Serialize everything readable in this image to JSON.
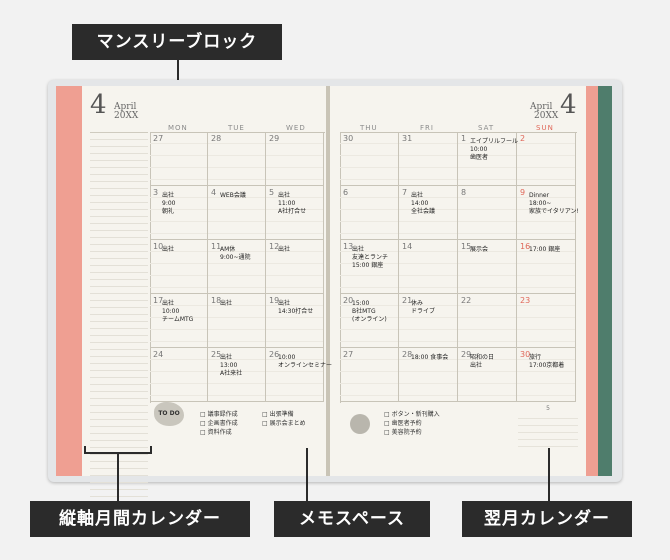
{
  "labels": {
    "monthly_block": "マンスリーブロック",
    "vertical_calendar": "縦軸月間カレンダー",
    "memo_space": "メモスペース",
    "next_month_calendar": "翌月カレンダー"
  },
  "left_page": {
    "month_number": "4",
    "month_name": "April",
    "year": "20XX"
  },
  "right_page": {
    "month_number": "4",
    "month_name": "April",
    "year": "20XX"
  },
  "weekdays_left": [
    "MON",
    "TUE",
    "WED"
  ],
  "weekdays_right": [
    "THU",
    "FRI",
    "SAT",
    "SUN"
  ],
  "left_days": [
    "27",
    "28",
    "29",
    "3",
    "4",
    "5",
    "10",
    "11",
    "12",
    "17",
    "18",
    "19",
    "24",
    "25",
    "26"
  ],
  "right_days": [
    "30",
    "31",
    "1",
    "2",
    "6",
    "7",
    "8",
    "9",
    "13",
    "14",
    "15",
    "16",
    "20",
    "21",
    "22",
    "23",
    "27",
    "28",
    "29",
    "30"
  ],
  "notes": {
    "d3": "出社\n9:00\n朝礼",
    "d4": "WEB会議",
    "d5": "出社\n11:00\nA社打合せ",
    "d10": "出社",
    "d11": "AM休\n9:00~通院",
    "d12": "出社",
    "d17": "出社\n10:00\nチームMTG",
    "d18": "出社",
    "d19": "出社\n14:30打合せ",
    "d25": "出社\n13:00\nA社来社",
    "d26": "10:00\nオンラインセミナー",
    "d1": "エイプリルフール\n10:00\n歯医者",
    "d7": "出社\n14:00\n全社会議",
    "d9": "Dinner\n18:00~\n家族でイタリアン!",
    "d13": "出社\n友達とランチ\n15:00 銀座",
    "d15": "展示会",
    "d16": "17:00 銀座",
    "d20": "15:00\nB社MTG\n(オンライン)",
    "d21": "休み\nドライブ",
    "d28": "18:00 食事会",
    "d29": "昭和の日\n出社",
    "d30": "旅行\n17:00京都着"
  },
  "memo_left": [
    "議事録作成",
    "企画書作成",
    "資料作成"
  ],
  "memo_left2": [
    "出張準備",
    "展示会まとめ"
  ],
  "memo_right": [
    "ボタン・新刊購入",
    "歯医者予約",
    "美容院予約"
  ],
  "mini_calendar": {
    "month": "5"
  },
  "todo_label": "TO DO"
}
